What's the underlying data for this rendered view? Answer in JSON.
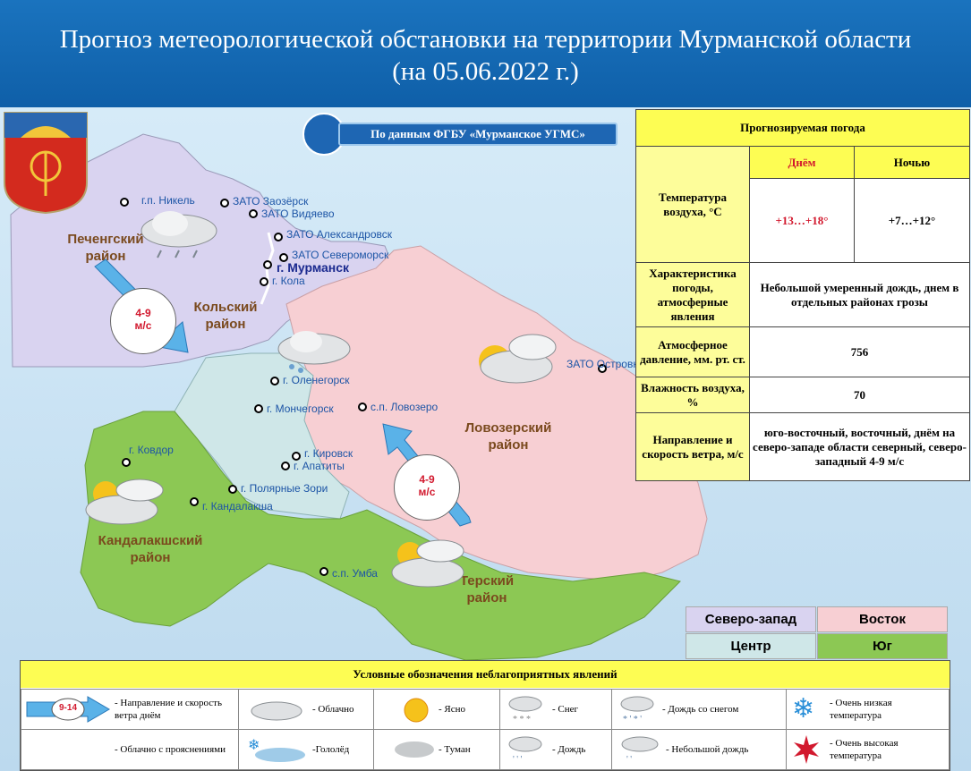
{
  "header": {
    "line1": "Прогноз метеорологической обстановки на территории Мурманской области",
    "line2": "(на 05.06.2022 г.)"
  },
  "source": "По данным ФГБУ «Мурманское УГМС»",
  "places": [
    "г.п. Никель",
    "ЗАТО Заозёрск",
    "ЗАТО Видяево",
    "ЗАТО Александровск",
    "ЗАТО Североморск",
    "г. Мурманск",
    "г. Кола",
    "г. Оленегорск",
    "г. Мончегорск",
    "с.п. Ловозеро",
    "ЗАТО Островной",
    "г. Ковдор",
    "г. Кировск",
    "г. Апатиты",
    "г. Полярные Зори",
    "г. Кандалакша",
    "с.п. Умба"
  ],
  "regions": [
    "Печенгский район",
    "Кольский район",
    "Ловозерский район",
    "Кандалакшский район",
    "Терский район"
  ],
  "wind": [
    {
      "value": "4-9",
      "unit": "м/с"
    },
    {
      "value": "4-9",
      "unit": "м/с"
    }
  ],
  "forecast": {
    "title": "Прогнозируемая погода",
    "day": "Днём",
    "night": "Ночью",
    "rows": [
      {
        "label": "Температура воздуха, °С",
        "day": "+13…+18°",
        "night": "+7…+12°"
      },
      {
        "label": "Характеристика погоды, атмосферные явления",
        "value": "Небольшой умеренный дождь, днем в отдельных районах грозы"
      },
      {
        "label": "Атмосферное давление, мм. рт. ст.",
        "value": "756"
      },
      {
        "label": "Влажность воздуха, %",
        "value": "70"
      },
      {
        "label": "Направление и скорость ветра, м/с",
        "value": "юго-восточный, восточный, днём на северо-западе области северный, северо-западный 4-9 м/с"
      }
    ]
  },
  "zones": {
    "nw": "Северо-запад",
    "east": "Восток",
    "center": "Центр",
    "south": "Юг"
  },
  "zone_colors": {
    "nw": "#d9d3f0",
    "east": "#f7cfd3",
    "center": "#cfe7e8",
    "south": "#8cc854"
  },
  "legend": {
    "title": "Условные обозначения неблагоприятных явлений",
    "wind_example": "9-14",
    "items": [
      "- Направление и скорость ветра днём",
      "- Облачно",
      "- Ясно",
      "- Снег",
      "- Дождь со снегом",
      "- Очень низкая температура",
      "- Облачно с прояснениями",
      "-Гололёд",
      "- Туман",
      "- Дождь",
      "- Небольшой дождь",
      "- Очень высокая температура"
    ]
  }
}
